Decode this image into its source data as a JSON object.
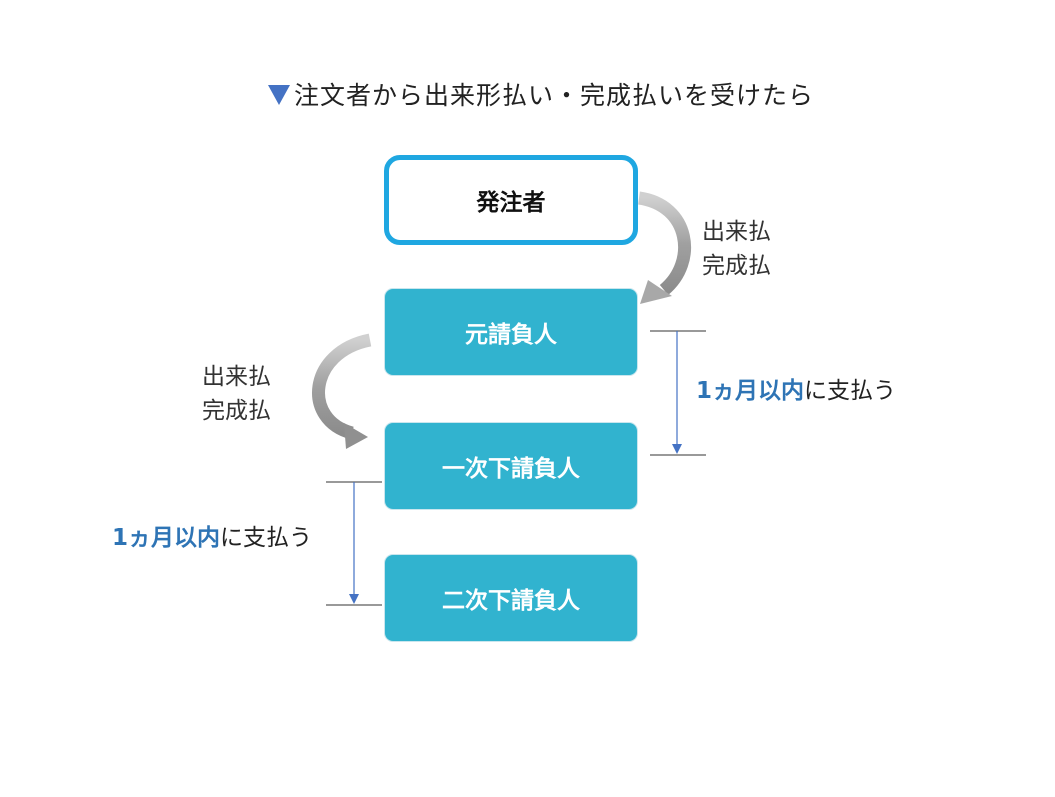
{
  "title": {
    "marker": "triangle-down-icon",
    "text": "注文者から出来形払い・完成払いを受けたら"
  },
  "nodes": {
    "owner": "発注者",
    "prime": "元請負人",
    "first_sub": "一次下請負人",
    "second_sub": "二次下請負人"
  },
  "payment_labels": {
    "right": {
      "line1": "出来払",
      "line2": "完成払"
    },
    "left": {
      "line1": "出来払",
      "line2": "完成払"
    }
  },
  "deadlines": {
    "right": {
      "emphasis": "1ヵ月以内",
      "rest": "に支払う"
    },
    "left": {
      "emphasis": "1ヵ月以内",
      "rest": "に支払う"
    }
  },
  "colors": {
    "accent_blue": "#4472c4",
    "owner_border": "#1fa7e1",
    "contractor_fill": "#31b3cf",
    "emphasis_text": "#2e74b5",
    "curved_arrow": "#a6a6a6"
  }
}
